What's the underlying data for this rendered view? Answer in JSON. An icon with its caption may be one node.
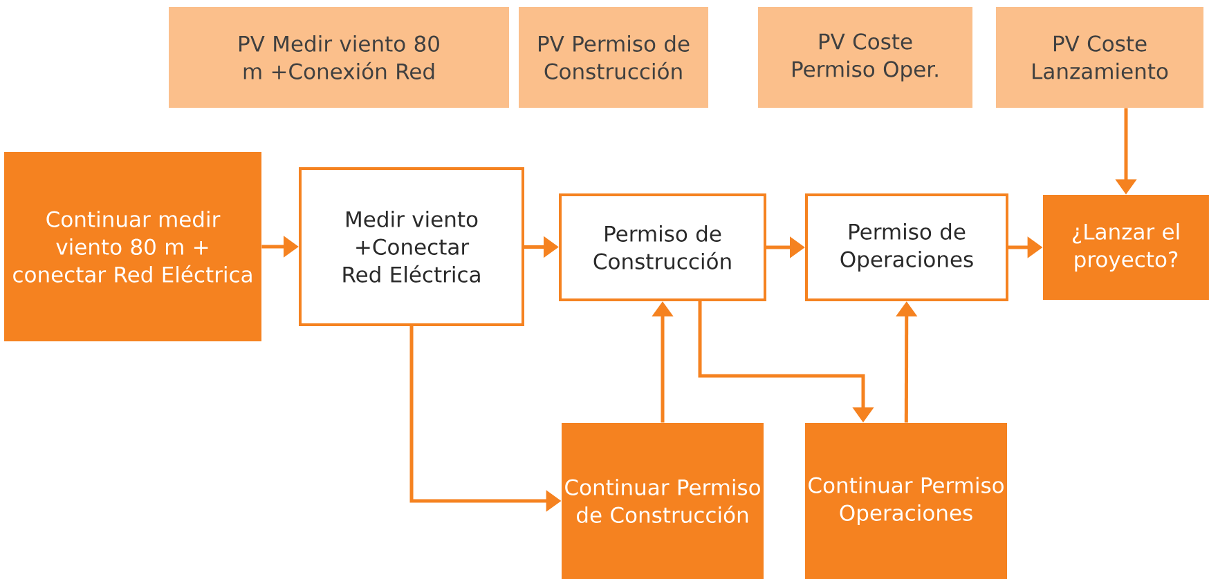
{
  "diagram": {
    "nodes": [
      {
        "text": [
          "PV Medir viento 80 m +Conexión Red"
        ]
      },
      {
        "text": [
          "PV Permiso de Construcción"
        ]
      },
      {
        "text": [
          "PV Coste Permiso Oper."
        ]
      },
      {
        "text": [
          "PV Coste Lanzamiento"
        ]
      },
      {
        "text": [
          "Continuar medir viento 80 m + conectar Red Eléctrica"
        ]
      },
      {
        "text": [
          "Medir viento +Conectar Red Eléctrica"
        ]
      },
      {
        "text": [
          "Permiso de Construcción"
        ]
      },
      {
        "text": [
          "Permiso de Operaciones"
        ]
      },
      {
        "text": [
          "¿Lanzar el proyecto?"
        ]
      },
      {
        "text": [
          "Continuar Permiso de Construcción"
        ]
      },
      {
        "text": [
          "Continuar Permiso Operaciones"
        ]
      }
    ],
    "edges": [
      {
        "from": 4,
        "to": 5,
        "arrow": "to"
      },
      {
        "from": 5,
        "to": 6,
        "arrow": "to"
      },
      {
        "from": 6,
        "to": 7,
        "arrow": "to"
      },
      {
        "from": 7,
        "to": 8,
        "arrow": "to"
      },
      {
        "from": 3,
        "to": 8,
        "arrow": "to"
      },
      {
        "from": 5,
        "to": 9,
        "arrow": "to"
      },
      {
        "from": 9,
        "to": 6,
        "arrow": "to"
      },
      {
        "from": 6,
        "to": 10,
        "arrow": "to"
      },
      {
        "from": 10,
        "to": 7,
        "arrow": "to"
      }
    ]
  }
}
